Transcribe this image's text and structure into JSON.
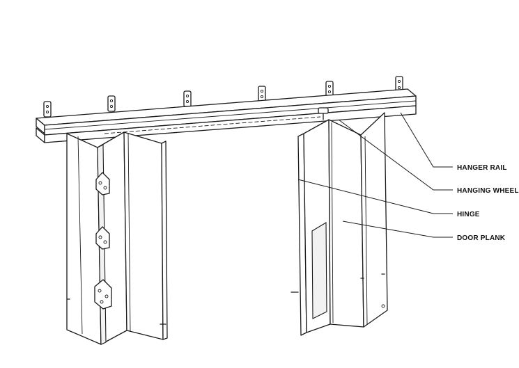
{
  "labels": {
    "hanger_rail": "HANGER RAIL",
    "hanging_wheel": "HANGING WHEEL",
    "hinge": "HINGE",
    "door_plank": "DOOR PLANK"
  }
}
